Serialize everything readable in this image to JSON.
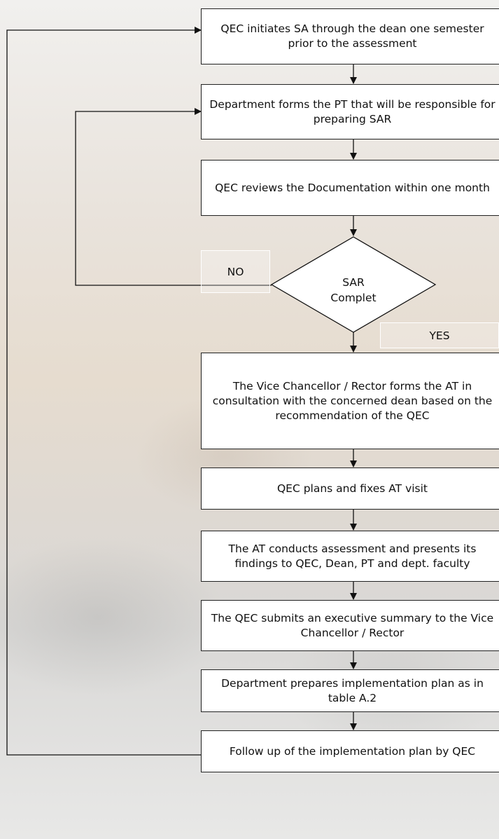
{
  "steps": [
    "QEC initiates SA through the dean one semester prior to the assessment",
    "Department forms the PT that will be responsible for preparing SAR",
    "QEC reviews the Documentation within one month",
    "The Vice Chancellor / Rector forms the AT in consultation with the concerned dean based on the recommendation of the QEC",
    "QEC plans and fixes AT visit",
    "The AT conducts assessment and presents its findings to QEC, Dean, PT and dept. faculty",
    "The QEC submits an executive summary to the Vice Chancellor / Rector",
    "Department prepares implementation plan as in table A.2",
    "Follow up of the implementation plan by QEC"
  ],
  "decision": {
    "line1": "SAR",
    "line2": "Complet"
  },
  "labels": {
    "no": "NO",
    "yes": "YES"
  }
}
